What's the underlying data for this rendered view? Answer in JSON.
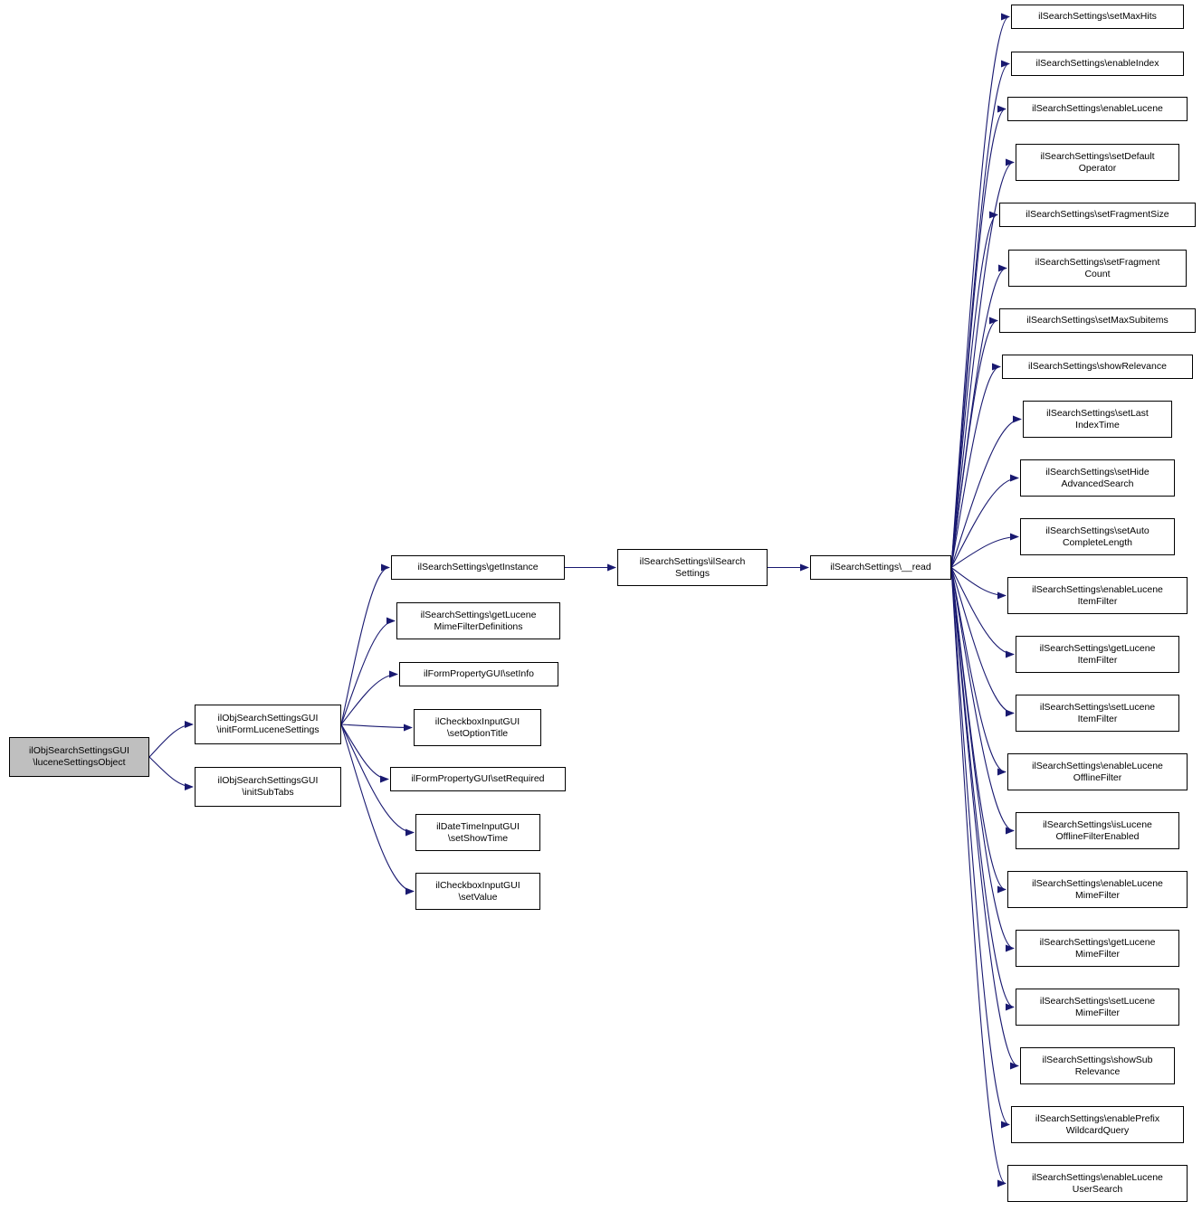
{
  "diagram": {
    "type": "call-graph",
    "edge_color": "#191970",
    "node_border_color": "#000000",
    "highlight_fill": "#bfbfbf"
  },
  "nodes": {
    "luceneSettingsObject": "ilObjSearchSettingsGUI\n\\luceneSettingsObject",
    "initFormLuceneSettings": "ilObjSearchSettingsGUI\n\\initFormLuceneSettings",
    "initSubTabs": "ilObjSearchSettingsGUI\n\\initSubTabs",
    "getInstance": "ilSearchSettings\\getInstance",
    "getLuceneMimeFilterDefinitions": "ilSearchSettings\\getLucene\nMimeFilterDefinitions",
    "setInfo": "ilFormPropertyGUI\\setInfo",
    "setOptionTitle": "ilCheckboxInputGUI\n\\setOptionTitle",
    "setRequired": "ilFormPropertyGUI\\setRequired",
    "setShowTime": "ilDateTimeInputGUI\n\\setShowTime",
    "setValue": "ilCheckboxInputGUI\n\\setValue",
    "ilSearchSettings": "ilSearchSettings\\ilSearch\nSettings",
    "read": "ilSearchSettings\\__read",
    "setMaxHits": "ilSearchSettings\\setMaxHits",
    "enableIndex": "ilSearchSettings\\enableIndex",
    "enableLucene": "ilSearchSettings\\enableLucene",
    "setDefaultOperator": "ilSearchSettings\\setDefault\nOperator",
    "setFragmentSize": "ilSearchSettings\\setFragmentSize",
    "setFragmentCount": "ilSearchSettings\\setFragment\nCount",
    "setMaxSubitems": "ilSearchSettings\\setMaxSubitems",
    "showRelevance": "ilSearchSettings\\showRelevance",
    "setLastIndexTime": "ilSearchSettings\\setLast\nIndexTime",
    "setHideAdvancedSearch": "ilSearchSettings\\setHide\nAdvancedSearch",
    "setAutoCompleteLength": "ilSearchSettings\\setAuto\nCompleteLength",
    "enableLuceneItemFilter": "ilSearchSettings\\enableLucene\nItemFilter",
    "getLuceneItemFilter": "ilSearchSettings\\getLucene\nItemFilter",
    "setLuceneItemFilter": "ilSearchSettings\\setLucene\nItemFilter",
    "enableLuceneOfflineFilter": "ilSearchSettings\\enableLucene\nOfflineFilter",
    "isLuceneOfflineFilterEnabled": "ilSearchSettings\\isLucene\nOfflineFilterEnabled",
    "enableLuceneMimeFilter": "ilSearchSettings\\enableLucene\nMimeFilter",
    "getLuceneMimeFilter": "ilSearchSettings\\getLucene\nMimeFilter",
    "setLuceneMimeFilter": "ilSearchSettings\\setLucene\nMimeFilter",
    "showSubRelevance": "ilSearchSettings\\showSub\nRelevance",
    "enablePrefixWildcardQuery": "ilSearchSettings\\enablePrefix\nWildcardQuery",
    "enableLuceneUserSearch": "ilSearchSettings\\enableLucene\nUserSearch"
  },
  "edges": [
    [
      "luceneSettingsObject",
      "initFormLuceneSettings"
    ],
    [
      "luceneSettingsObject",
      "initSubTabs"
    ],
    [
      "initFormLuceneSettings",
      "getInstance"
    ],
    [
      "initFormLuceneSettings",
      "getLuceneMimeFilterDefinitions"
    ],
    [
      "initFormLuceneSettings",
      "setInfo"
    ],
    [
      "initFormLuceneSettings",
      "setOptionTitle"
    ],
    [
      "initFormLuceneSettings",
      "setRequired"
    ],
    [
      "initFormLuceneSettings",
      "setShowTime"
    ],
    [
      "initFormLuceneSettings",
      "setValue"
    ],
    [
      "getInstance",
      "ilSearchSettings"
    ],
    [
      "ilSearchSettings",
      "read"
    ],
    [
      "read",
      "setMaxHits"
    ],
    [
      "read",
      "enableIndex"
    ],
    [
      "read",
      "enableLucene"
    ],
    [
      "read",
      "setDefaultOperator"
    ],
    [
      "read",
      "setFragmentSize"
    ],
    [
      "read",
      "setFragmentCount"
    ],
    [
      "read",
      "setMaxSubitems"
    ],
    [
      "read",
      "showRelevance"
    ],
    [
      "read",
      "setLastIndexTime"
    ],
    [
      "read",
      "setHideAdvancedSearch"
    ],
    [
      "read",
      "setAutoCompleteLength"
    ],
    [
      "read",
      "enableLuceneItemFilter"
    ],
    [
      "read",
      "getLuceneItemFilter"
    ],
    [
      "read",
      "setLuceneItemFilter"
    ],
    [
      "read",
      "enableLuceneOfflineFilter"
    ],
    [
      "read",
      "isLuceneOfflineFilterEnabled"
    ],
    [
      "read",
      "enableLuceneMimeFilter"
    ],
    [
      "read",
      "getLuceneMimeFilter"
    ],
    [
      "read",
      "setLuceneMimeFilter"
    ],
    [
      "read",
      "showSubRelevance"
    ],
    [
      "read",
      "enablePrefixWildcardQuery"
    ],
    [
      "read",
      "enableLuceneUserSearch"
    ]
  ]
}
